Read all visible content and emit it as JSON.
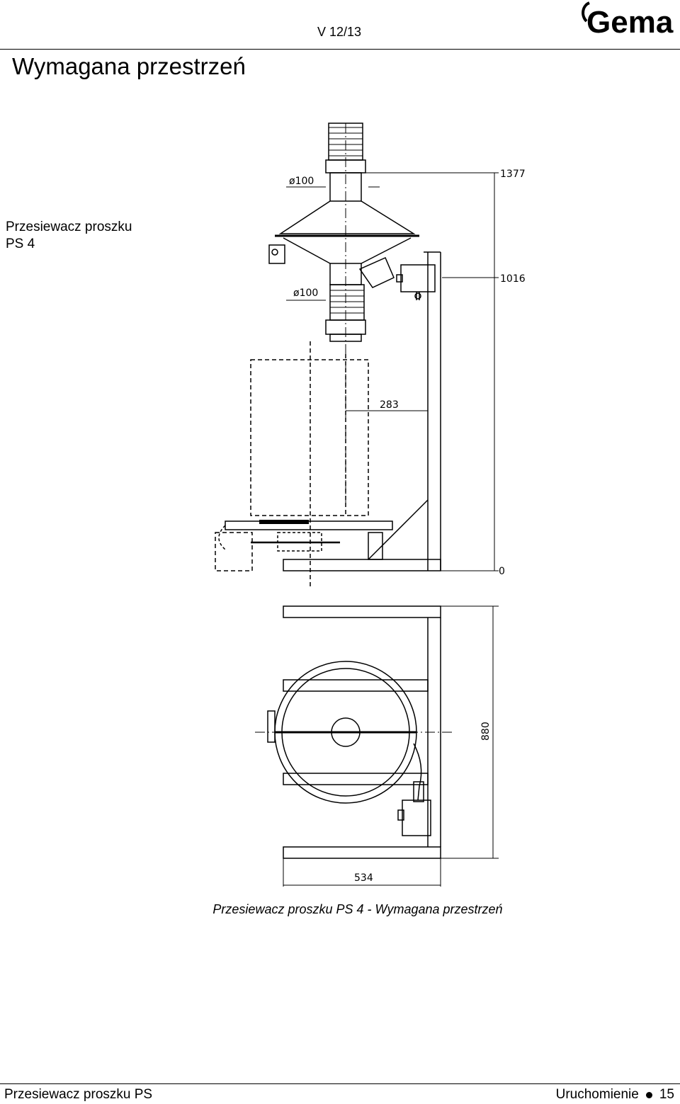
{
  "header": {
    "version": "V 12/13",
    "section_title": "Wymagana przestrzeń",
    "logo_text": "Gema",
    "brand_color": "#000000"
  },
  "side_label": {
    "line1": "Przesiewacz proszku",
    "line2": "PS 4"
  },
  "drawing": {
    "dimensions": {
      "pipe_top_dia": "ø100",
      "pipe_bottom_dia": "ø100",
      "height_top": "1377",
      "height_mid": "1016",
      "height_zero": "0",
      "offset": "283",
      "depth": "880",
      "width": "534"
    }
  },
  "caption": "Przesiewacz proszku PS 4 - Wymagana przestrzeń",
  "footer": {
    "left": "Przesiewacz proszku PS",
    "right_section": "Uruchomienie",
    "page_number": "15"
  }
}
